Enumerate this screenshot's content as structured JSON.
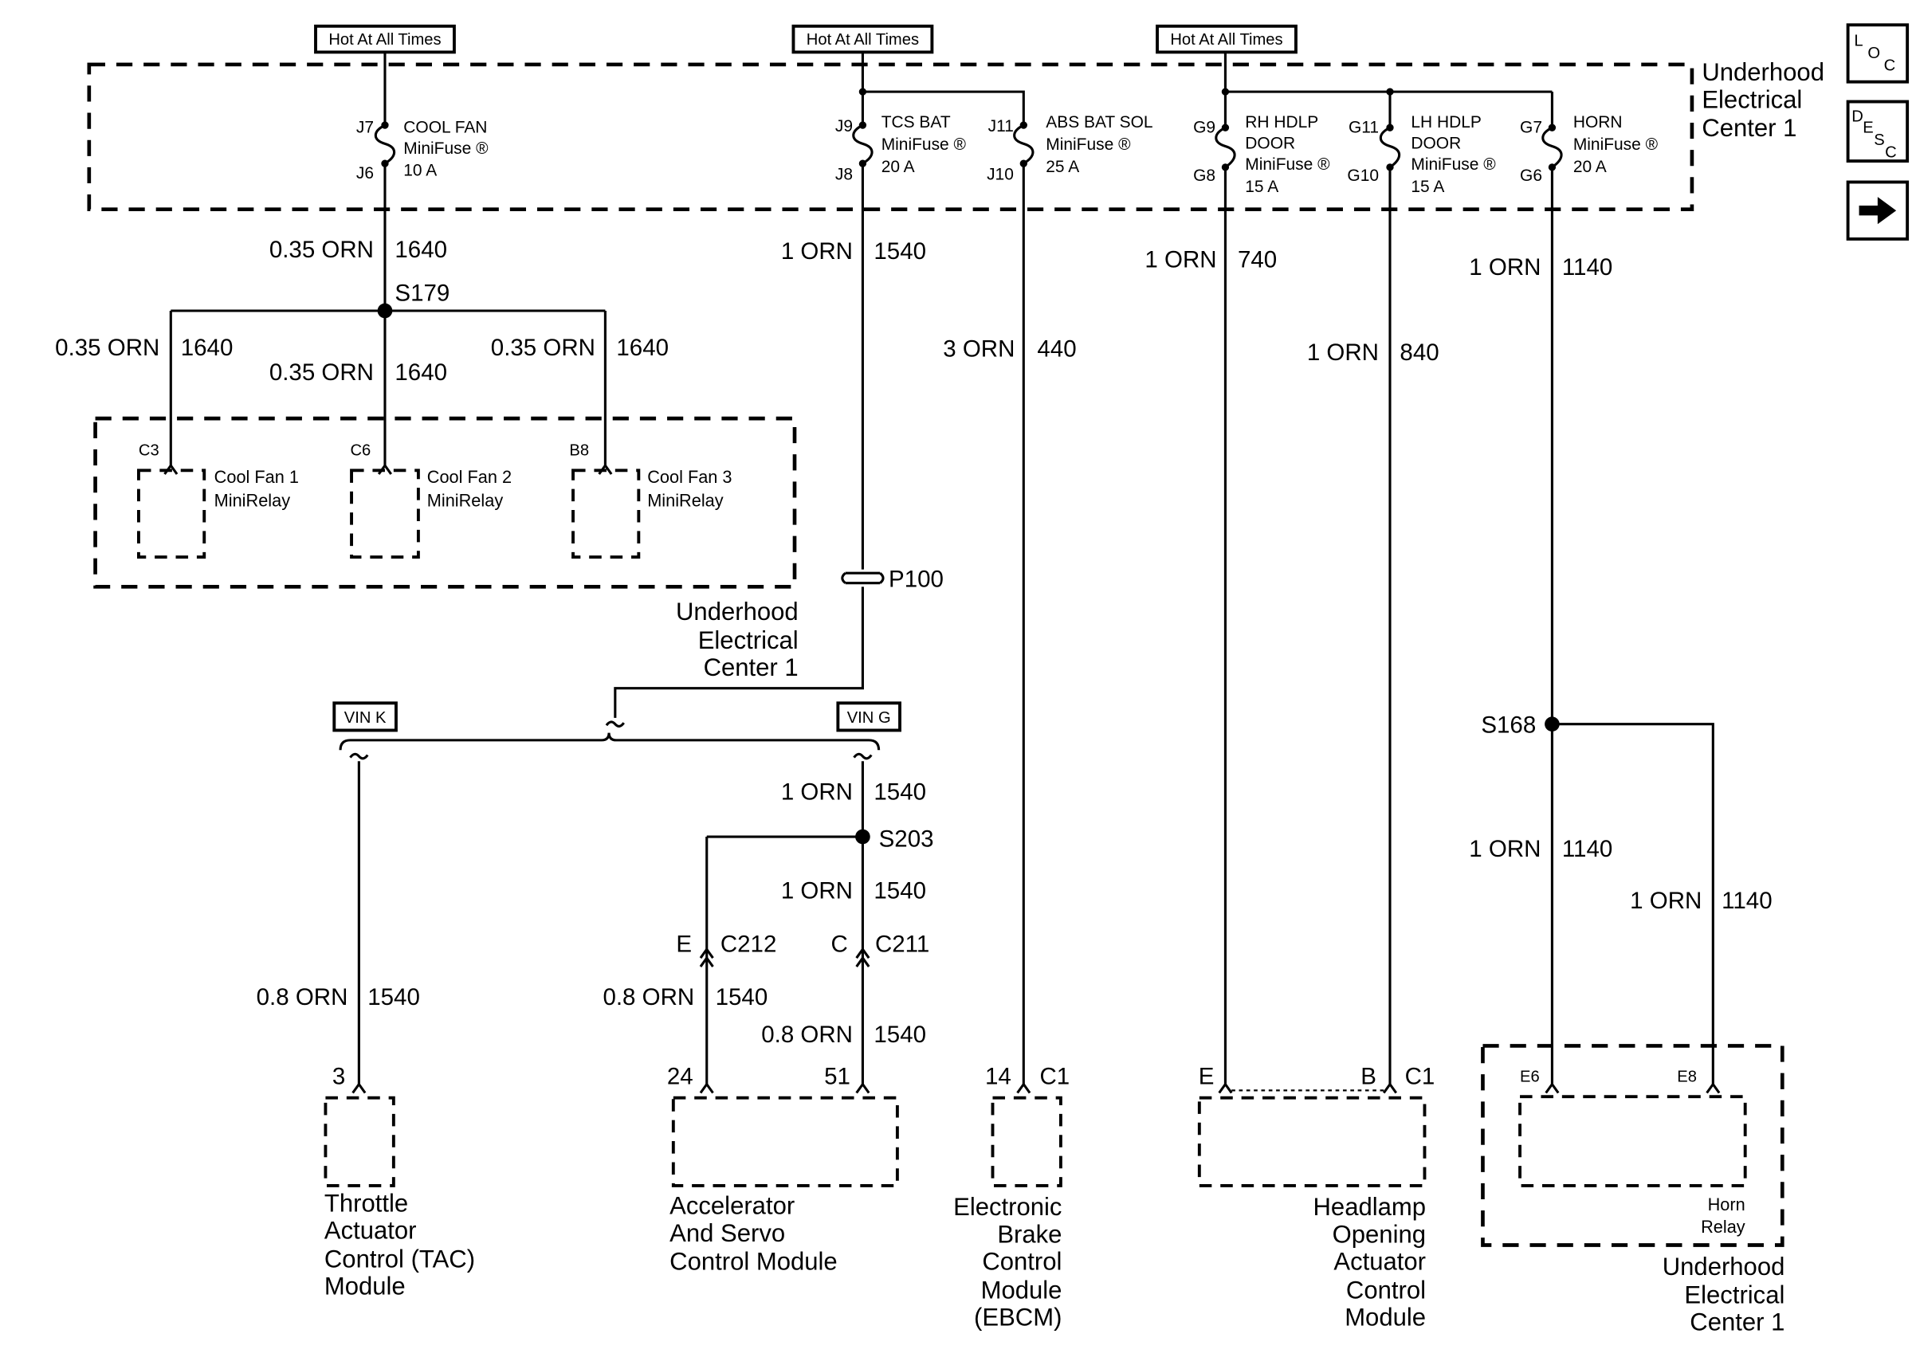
{
  "diagram": {
    "power_source_labels": [
      "Hot At All Times",
      "Hot At All Times",
      "Hot At All Times"
    ],
    "fuse_block_label": [
      "Underhood",
      "Electrical",
      "Center 1"
    ],
    "fuses": [
      {
        "in_pin": "J7",
        "out_pin": "J6",
        "name": [
          "COOL FAN"
        ],
        "type": "MiniFuse ®",
        "rating": "10 A"
      },
      {
        "in_pin": "J9",
        "out_pin": "J8",
        "name": [
          "TCS BAT"
        ],
        "type": "MiniFuse ®",
        "rating": "20 A"
      },
      {
        "in_pin": "J11",
        "out_pin": "J10",
        "name": [
          "ABS BAT SOL"
        ],
        "type": "MiniFuse ®",
        "rating": "25 A"
      },
      {
        "in_pin": "G9",
        "out_pin": "G8",
        "name": [
          "RH HDLP",
          "DOOR"
        ],
        "type": "MiniFuse ®",
        "rating": "15 A"
      },
      {
        "in_pin": "G11",
        "out_pin": "G10",
        "name": [
          "LH HDLP",
          "DOOR"
        ],
        "type": "MiniFuse ®",
        "rating": "15 A"
      },
      {
        "in_pin": "G7",
        "out_pin": "G6",
        "name": [
          "HORN"
        ],
        "type": "MiniFuse ®",
        "rating": "20 A"
      }
    ],
    "wire_labels": {
      "s179_feed": {
        "wire": "0.35 ORN",
        "circuit": "1640"
      },
      "fan1": {
        "wire": "0.35 ORN",
        "circuit": "1640"
      },
      "fan2": {
        "wire": "0.35 ORN",
        "circuit": "1640"
      },
      "fan3": {
        "wire": "0.35 ORN",
        "circuit": "1640"
      },
      "tcs_feed": {
        "wire": "1 ORN",
        "circuit": "1540"
      },
      "abs_feed": {
        "wire": "3 ORN",
        "circuit": "440"
      },
      "rh_hdlp": {
        "wire": "1 ORN",
        "circuit": "740"
      },
      "lh_hdlp": {
        "wire": "1 ORN",
        "circuit": "840"
      },
      "horn_feed": {
        "wire": "1 ORN",
        "circuit": "1140"
      },
      "s203_feed": {
        "wire": "1 ORN",
        "circuit": "1540"
      },
      "c211_feed": {
        "wire": "1 ORN",
        "circuit": "1540"
      },
      "tac": {
        "wire": "0.8 ORN",
        "circuit": "1540"
      },
      "ascm_24": {
        "wire": "0.8 ORN",
        "circuit": "1540"
      },
      "ascm_51": {
        "wire": "0.8 ORN",
        "circuit": "1540"
      },
      "horn_e6": {
        "wire": "1 ORN",
        "circuit": "1140"
      },
      "horn_e8": {
        "wire": "1 ORN",
        "circuit": "1140"
      }
    },
    "splices": {
      "s179": "S179",
      "s203": "S203",
      "s168": "S168"
    },
    "connectors": {
      "p100": "P100",
      "vin_k": "VIN K",
      "vin_g": "VIN G",
      "c212": {
        "cavity": "E",
        "name": "C212"
      },
      "c211": {
        "cavity": "C",
        "name": "C211"
      }
    },
    "relays": [
      {
        "pin": "C3",
        "name": "Cool Fan 1",
        "type": "MiniRelay"
      },
      {
        "pin": "C6",
        "name": "Cool Fan 2",
        "type": "MiniRelay"
      },
      {
        "pin": "B8",
        "name": "Cool Fan 3",
        "type": "MiniRelay"
      }
    ],
    "relay_block_label": [
      "Underhood",
      "Electrical",
      "Center 1"
    ],
    "modules": {
      "tac": {
        "pin": "3",
        "label": [
          "Throttle",
          "Actuator",
          "Control (TAC)",
          "Module"
        ]
      },
      "ascm": {
        "pins": [
          "24",
          "51"
        ],
        "label": [
          "Accelerator",
          "And Servo",
          "Control Module"
        ]
      },
      "ebcm": {
        "pin": "14",
        "connector": "C1",
        "label": [
          "Electronic",
          "Brake",
          "Control",
          "Module",
          "(EBCM)"
        ]
      },
      "hoacm": {
        "pins": [
          "E",
          "B"
        ],
        "connector": "C1",
        "label": [
          "Headlamp",
          "Opening",
          "Actuator",
          "Control",
          "Module"
        ]
      },
      "horn_relay": {
        "pins": [
          "E6",
          "E8"
        ],
        "name": [
          "Horn",
          "Relay"
        ],
        "block_label": [
          "Underhood",
          "Electrical",
          "Center 1"
        ]
      }
    }
  },
  "nav": {
    "loc_letters": [
      "L",
      "O",
      "C"
    ],
    "desc_letters": [
      "D",
      "E",
      "S",
      "C"
    ],
    "next_icon": "right-arrow-icon"
  }
}
